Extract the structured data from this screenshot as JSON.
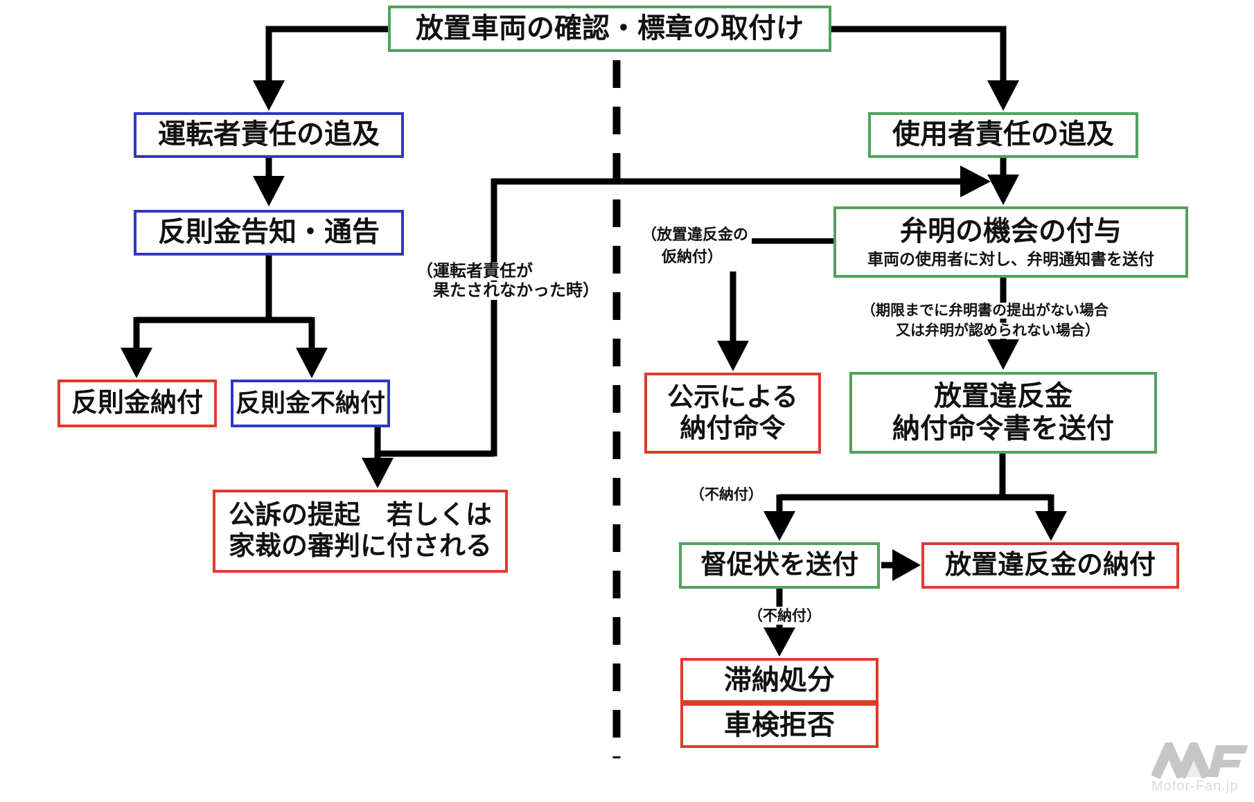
{
  "colors": {
    "green": "#4fa35c",
    "blue": "#3236c9",
    "red": "#e03a2d",
    "line": "#000000",
    "text": "#111111",
    "watermark": "#c6c6c6"
  },
  "nodes": {
    "start": "放置車両の確認・標章の取付け",
    "driver_responsibility": "運転者責任の追及",
    "fine_notification": "反則金告知・通告",
    "fine_paid": "反則金納付",
    "fine_unpaid": "反則金不納付",
    "prosecution": {
      "line1": "公訴の提起　若しくは",
      "line2": "家裁の審判に付される"
    },
    "user_responsibility": "使用者責任の追及",
    "explanation": {
      "title": "弁明の機会の付与",
      "subtitle": "車両の使用者に対し、弁明通知書を送付"
    },
    "payment_order": {
      "line1": "放置違反金",
      "line2": "納付命令書を送付"
    },
    "public_notice_order": {
      "line1": "公示による",
      "line2": "納付命令"
    },
    "demand_letter": "督促状を送付",
    "violation_fee_payment": "放置違反金の納付",
    "delinquency_disposition": "滞納処分",
    "vehicle_inspection_refusal": "車検拒否"
  },
  "annotations": {
    "driver_unfulfilled": {
      "line1": "（運転者責任が",
      "line2": "果たされなかった時）"
    },
    "provisional_payment": {
      "line1": "（放置違反金の",
      "line2": "仮納付）"
    },
    "no_explanation": {
      "line1": "（期限までに弁明書の提出がない場合",
      "line2": "又は弁明が認められない場合）"
    },
    "nonpayment_top": "（不納付）",
    "nonpayment_bottom": "（不納付）"
  },
  "watermark": {
    "logo": "MF",
    "text": "Motor-Fan.jp"
  }
}
